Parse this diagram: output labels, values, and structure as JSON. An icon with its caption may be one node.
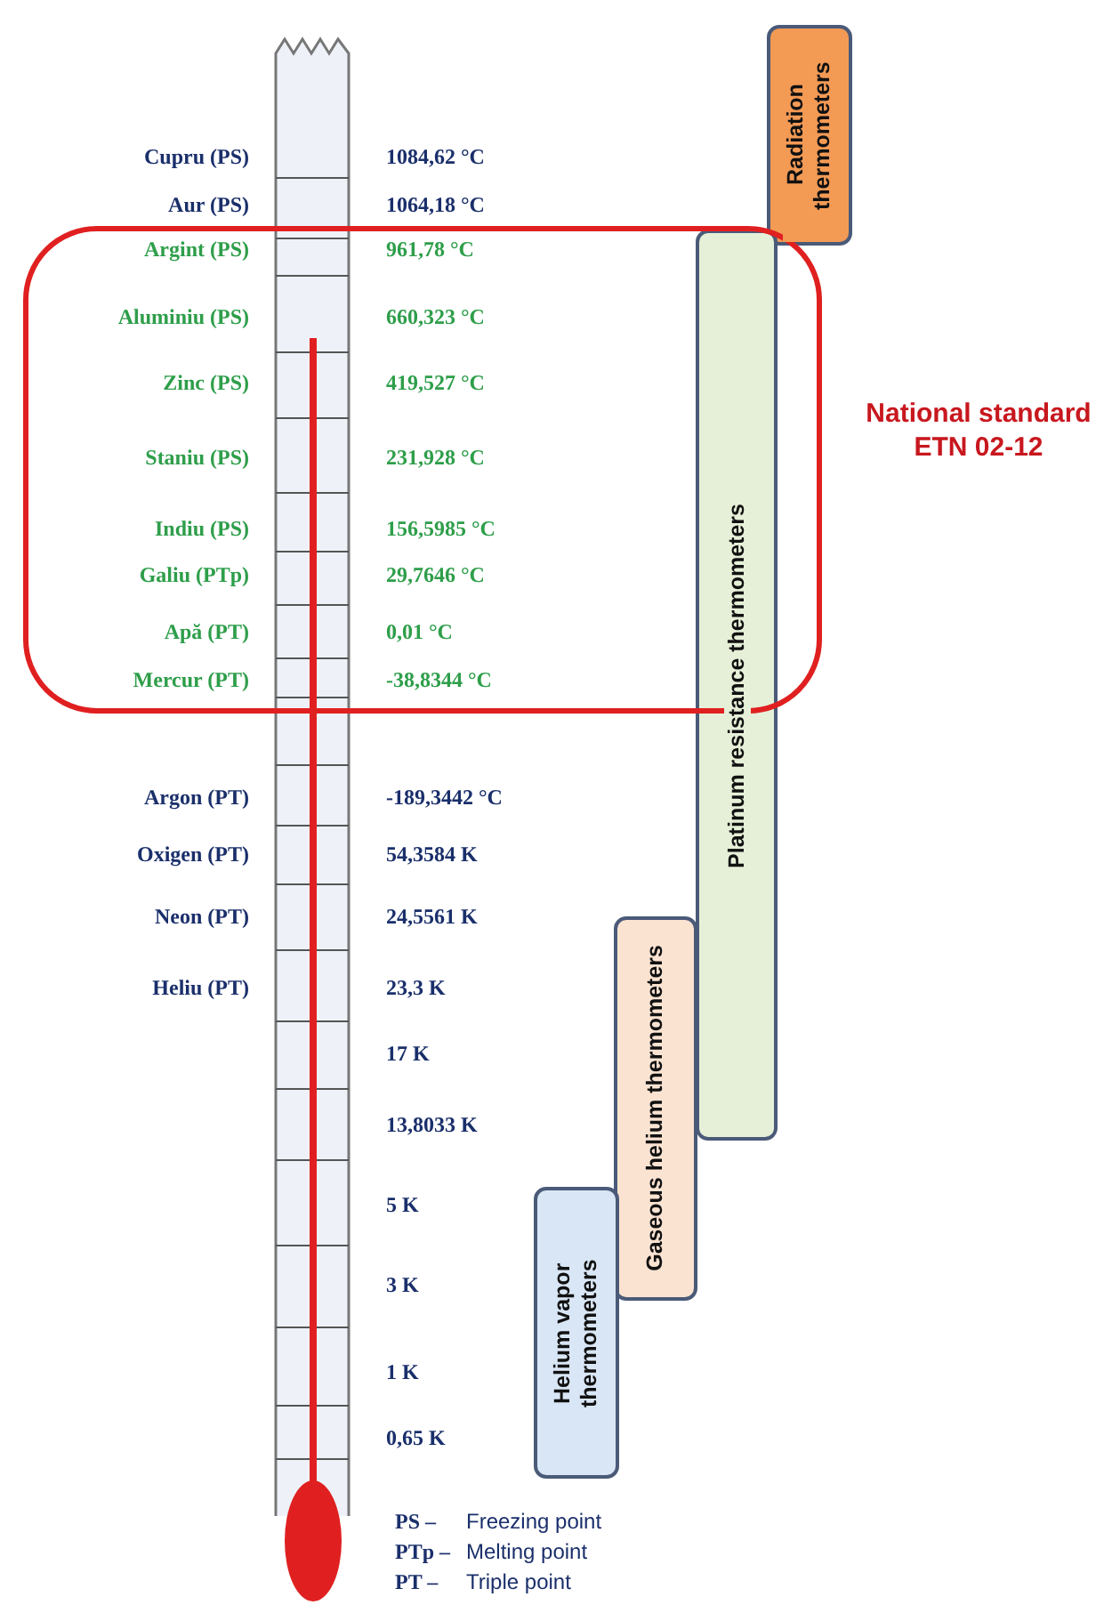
{
  "diagram": {
    "nodes": [
      {
        "text": [
          "National standard ETN 02-12"
        ]
      },
      {
        "text": [
          "Radiation thermometers"
        ]
      },
      {
        "text": [
          "Platinum resistance thermometers"
        ]
      },
      {
        "text": [
          "Gaseous helium thermometers"
        ]
      },
      {
        "text": [
          "Helium vapor thermometers"
        ]
      }
    ],
    "labels": [
      "Cupru (PS)",
      "1084,62 °C",
      "Aur (PS)",
      "1064,18 °C",
      "Argint (PS)",
      "961,78 °C",
      "Aluminiu (PS)",
      "660,323 °C",
      "Zinc (PS)",
      "419,527 °C",
      "Staniu (PS)",
      "231,928 °C",
      "Indiu (PS)",
      "156,5985 °C",
      "Galiu (PTp)",
      "29,7646 °C",
      "Apă (PT)",
      "0,01 °C",
      "Mercur (PT)",
      "-38,8344 °C",
      "Argon (PT)",
      "-189,3442 °C",
      "Oxigen (PT)",
      "54,3584 K",
      "Neon (PT)",
      "24,5561 K",
      "Heliu (PT)",
      "23,3 K",
      "17 K",
      "13,8033 K",
      "5 K",
      "3 K",
      "1 K",
      "0,65 K",
      "PS –",
      "Freezing point",
      "PTp –",
      "Melting point",
      "PT –",
      "Triple point"
    ]
  }
}
